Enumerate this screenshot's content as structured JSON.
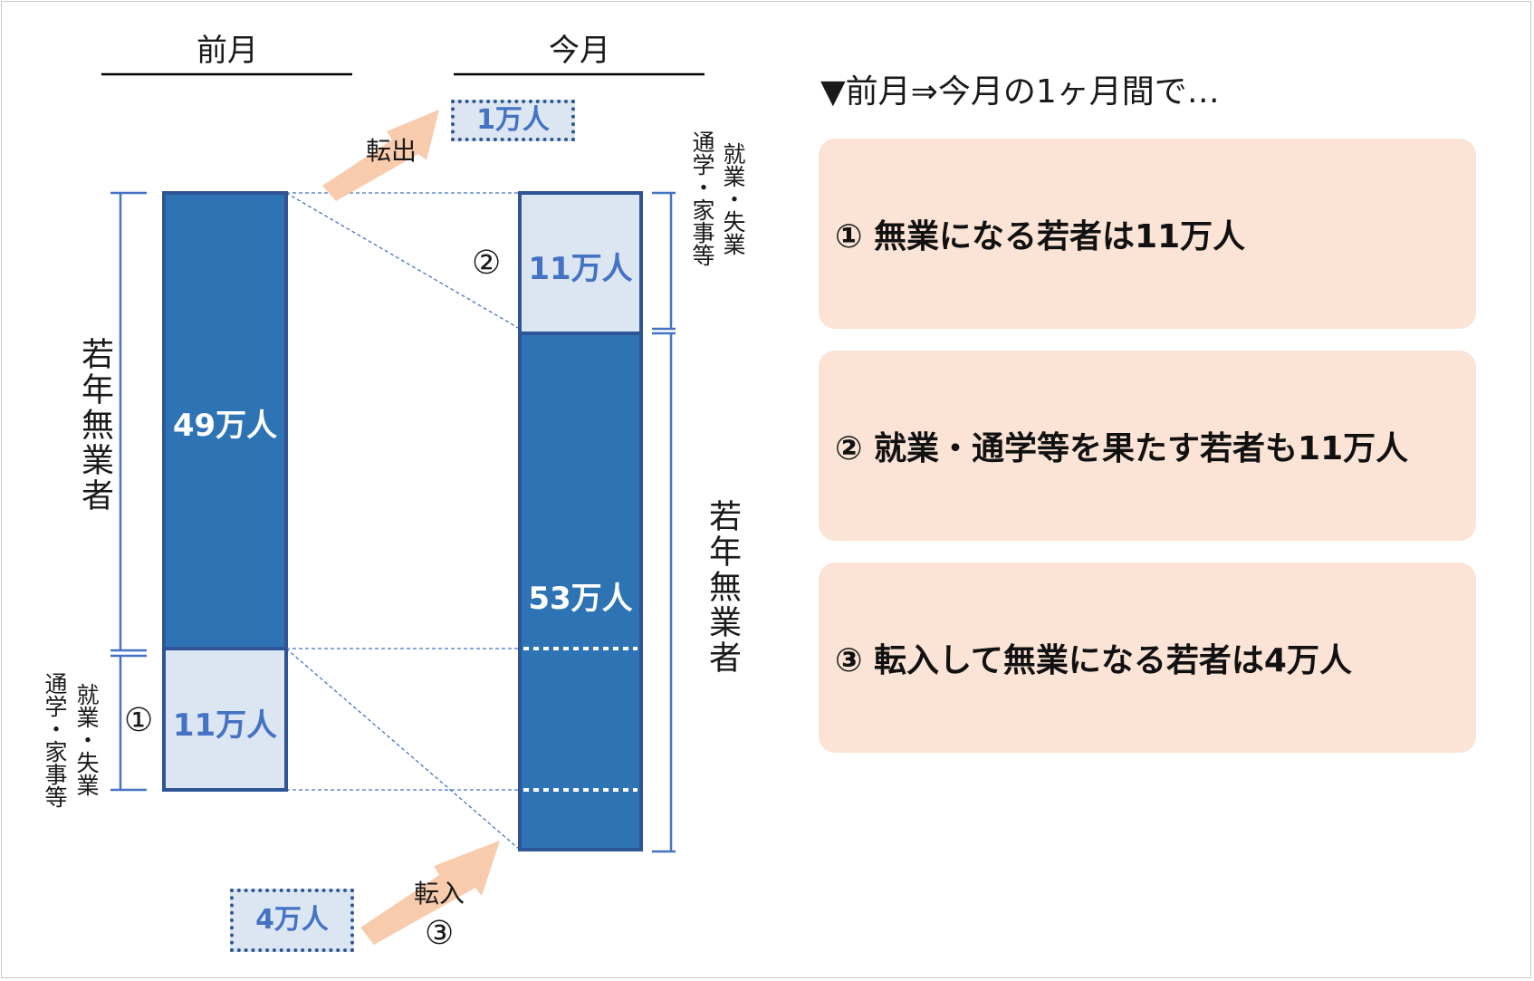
{
  "headers": {
    "prev_month": "前月",
    "this_month": "今月"
  },
  "bars": {
    "prev_unemployed": "49万人",
    "prev_working": "11万人",
    "this_working": "11万人",
    "this_unemployed": "53万人"
  },
  "brackets": {
    "unemployed_label": "若年無業者",
    "working_label_line1": "就業・失業",
    "working_label_line2": "通学・家事等"
  },
  "markers": {
    "one": "①",
    "two": "②",
    "three": "③"
  },
  "flows": {
    "out_label": "転出",
    "out_value": "1万人",
    "in_label": "転入",
    "in_value": "4万人"
  },
  "summary": {
    "title": "▼前月⇒今月の1ヶ月間で…",
    "items": [
      "① 無業になる若者は11万人",
      "② 就業・通学等を果たす若者も11万人",
      "③ 転入して無業になる若者は4万人"
    ]
  },
  "colors": {
    "dark_blue": "#2e74b5",
    "bar_border": "#2f5597",
    "light_blue": "#dce6f3",
    "accent_text_blue": "#4472c4",
    "arrow_peach": "#f8cbad",
    "card_peach": "#fbe4d6"
  }
}
